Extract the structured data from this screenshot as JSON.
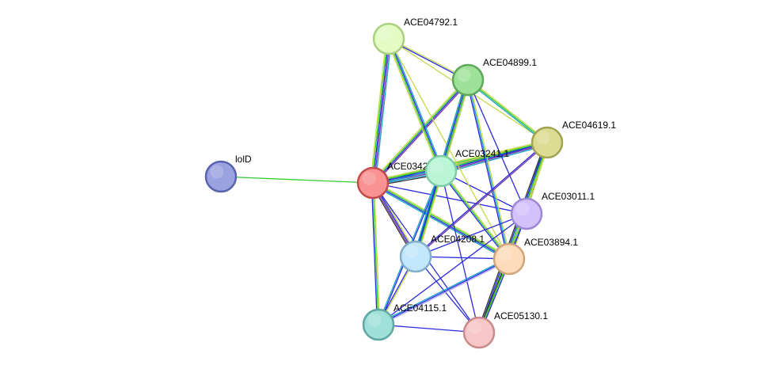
{
  "network": {
    "nodes": [
      {
        "id": "lolD",
        "label": "lolD",
        "fill": "#9aa3e0",
        "stroke": "#5a63ad"
      },
      {
        "id": "ACE03420.1",
        "label": "ACE0342",
        "fill": "#f99292",
        "stroke": "#c44b4b"
      },
      {
        "id": "ACE03241.1",
        "label": "ACE03241.1",
        "fill": "#b9f5d6",
        "stroke": "#7ccda4"
      },
      {
        "id": "ACE04792.1",
        "label": "ACE04792.1",
        "fill": "#e2fcc4",
        "stroke": "#a9cf80"
      },
      {
        "id": "ACE04899.1",
        "label": "ACE04899.1",
        "fill": "#9ee29a",
        "stroke": "#5ea85a"
      },
      {
        "id": "ACE04619.1",
        "label": "ACE04619.1",
        "fill": "#dcdc92",
        "stroke": "#a3a354"
      },
      {
        "id": "ACE03011.1",
        "label": "ACE03011.1",
        "fill": "#d3c1fb",
        "stroke": "#9e88d6"
      },
      {
        "id": "ACE04208.1",
        "label": "ACE04208.1",
        "fill": "#c2e7fb",
        "stroke": "#82aecb"
      },
      {
        "id": "ACE03894.1",
        "label": "ACE03894.1",
        "fill": "#fcdcbb",
        "stroke": "#d0a57c"
      },
      {
        "id": "ACE04115.1",
        "label": "ACE04115.1",
        "fill": "#9fe1d8",
        "stroke": "#5ea89f"
      },
      {
        "id": "ACE05130.1",
        "label": "ACE05130.1",
        "fill": "#f7c6c6",
        "stroke": "#c98b8b"
      }
    ],
    "edge_colors": {
      "green": "#33cc33",
      "blue": "#2a2ae0",
      "purple": "#7a3aa0",
      "cyan": "#1aa3c7",
      "yellowgreen": "#c6d84a",
      "dark": "#333333",
      "lavender": "#b0a8f0"
    },
    "edges": [
      {
        "source": "lolD",
        "target": "ACE03420.1",
        "colors": [
          "green"
        ]
      },
      {
        "source": "ACE03420.1",
        "target": "ACE03241.1",
        "colors": [
          "yellowgreen",
          "green",
          "blue",
          "purple",
          "cyan",
          "dark"
        ]
      },
      {
        "source": "ACE03420.1",
        "target": "ACE04792.1",
        "colors": [
          "yellowgreen",
          "green",
          "blue",
          "purple",
          "cyan"
        ]
      },
      {
        "source": "ACE03420.1",
        "target": "ACE04899.1",
        "colors": [
          "yellowgreen",
          "green",
          "blue",
          "purple"
        ]
      },
      {
        "source": "ACE03420.1",
        "target": "ACE04619.1",
        "colors": [
          "yellowgreen",
          "green",
          "blue",
          "cyan"
        ]
      },
      {
        "source": "ACE03420.1",
        "target": "ACE03011.1",
        "colors": [
          "blue"
        ]
      },
      {
        "source": "ACE03420.1",
        "target": "ACE04208.1",
        "colors": [
          "yellowgreen",
          "blue",
          "purple",
          "dark"
        ]
      },
      {
        "source": "ACE03420.1",
        "target": "ACE03894.1",
        "colors": [
          "yellowgreen",
          "green",
          "blue",
          "cyan"
        ]
      },
      {
        "source": "ACE03420.1",
        "target": "ACE04115.1",
        "colors": [
          "yellowgreen",
          "green",
          "blue"
        ]
      },
      {
        "source": "ACE03420.1",
        "target": "ACE05130.1",
        "colors": [
          "blue"
        ]
      },
      {
        "source": "ACE03241.1",
        "target": "ACE04792.1",
        "colors": [
          "yellowgreen",
          "green",
          "blue",
          "cyan"
        ]
      },
      {
        "source": "ACE03241.1",
        "target": "ACE04899.1",
        "colors": [
          "yellowgreen",
          "green",
          "blue",
          "purple"
        ]
      },
      {
        "source": "ACE03241.1",
        "target": "ACE04619.1",
        "colors": [
          "yellowgreen",
          "green",
          "blue",
          "purple",
          "cyan"
        ]
      },
      {
        "source": "ACE03241.1",
        "target": "ACE03011.1",
        "colors": [
          "blue"
        ]
      },
      {
        "source": "ACE03241.1",
        "target": "ACE04208.1",
        "colors": [
          "yellowgreen",
          "blue",
          "cyan"
        ]
      },
      {
        "source": "ACE03241.1",
        "target": "ACE03894.1",
        "colors": [
          "yellowgreen",
          "green",
          "blue"
        ]
      },
      {
        "source": "ACE03241.1",
        "target": "ACE04115.1",
        "colors": [
          "blue",
          "cyan"
        ]
      },
      {
        "source": "ACE03241.1",
        "target": "ACE05130.1",
        "colors": [
          "blue"
        ]
      },
      {
        "source": "ACE04792.1",
        "target": "ACE04899.1",
        "colors": [
          "yellowgreen",
          "blue"
        ]
      },
      {
        "source": "ACE04792.1",
        "target": "ACE04619.1",
        "colors": [
          "yellowgreen"
        ]
      },
      {
        "source": "ACE04792.1",
        "target": "ACE03894.1",
        "colors": [
          "yellowgreen"
        ]
      },
      {
        "source": "ACE04899.1",
        "target": "ACE04619.1",
        "colors": [
          "yellowgreen",
          "green",
          "cyan"
        ]
      },
      {
        "source": "ACE04899.1",
        "target": "ACE04208.1",
        "colors": [
          "yellowgreen",
          "green",
          "blue",
          "cyan"
        ]
      },
      {
        "source": "ACE04899.1",
        "target": "ACE03894.1",
        "colors": [
          "yellowgreen",
          "cyan",
          "blue"
        ]
      },
      {
        "source": "ACE04899.1",
        "target": "ACE03011.1",
        "colors": [
          "blue"
        ]
      },
      {
        "source": "ACE04619.1",
        "target": "ACE03011.1",
        "colors": [
          "blue"
        ]
      },
      {
        "source": "ACE04619.1",
        "target": "ACE04208.1",
        "colors": [
          "purple",
          "blue"
        ]
      },
      {
        "source": "ACE04619.1",
        "target": "ACE03894.1",
        "colors": [
          "yellowgreen",
          "green",
          "blue",
          "cyan"
        ]
      },
      {
        "source": "ACE04619.1",
        "target": "ACE05130.1",
        "colors": [
          "yellowgreen",
          "green",
          "blue",
          "dark"
        ]
      },
      {
        "source": "ACE03011.1",
        "target": "ACE04208.1",
        "colors": [
          "blue"
        ]
      },
      {
        "source": "ACE03011.1",
        "target": "ACE03894.1",
        "colors": [
          "blue"
        ]
      },
      {
        "source": "ACE03011.1",
        "target": "ACE04115.1",
        "colors": [
          "blue"
        ]
      },
      {
        "source": "ACE04208.1",
        "target": "ACE03894.1",
        "colors": [
          "blue"
        ]
      },
      {
        "source": "ACE04208.1",
        "target": "ACE04115.1",
        "colors": [
          "yellowgreen",
          "blue"
        ]
      },
      {
        "source": "ACE04208.1",
        "target": "ACE05130.1",
        "colors": [
          "blue"
        ]
      },
      {
        "source": "ACE03894.1",
        "target": "ACE04115.1",
        "colors": [
          "lavender",
          "blue",
          "cyan"
        ]
      },
      {
        "source": "ACE03894.1",
        "target": "ACE05130.1",
        "colors": [
          "blue",
          "green",
          "dark"
        ]
      },
      {
        "source": "ACE04115.1",
        "target": "ACE05130.1",
        "colors": [
          "blue"
        ]
      }
    ]
  }
}
